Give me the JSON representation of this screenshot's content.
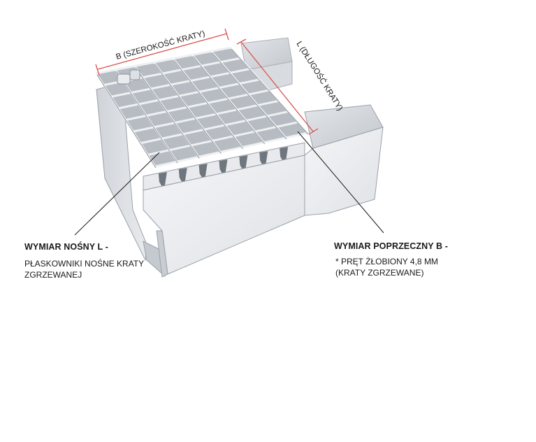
{
  "dimensions": {
    "width_label": "B (SZEROKOŚĆ KRATY)",
    "length_label": "L (DŁUGOŚĆ KRATY)"
  },
  "callouts": {
    "load_bearing": {
      "title": "WYMIAR NOŚNY L -",
      "description_line1": "PŁASKOWNIKI NOŚNE KRATY",
      "description_line2": "ZGRZEWANEJ"
    },
    "cross": {
      "title": "WYMIAR POPRZECZNY B -",
      "description_line1": "* PRĘT ŻŁOBIONY 4,8 MM",
      "description_line2": "(KRATY ZGRZEWANE)"
    }
  },
  "colors": {
    "dimension_line": "#d9534f",
    "leader_line": "#1a1a1a",
    "metal_light": "#eef0f2",
    "metal_mid": "#c9ccd1",
    "metal_dark": "#8e949b"
  }
}
